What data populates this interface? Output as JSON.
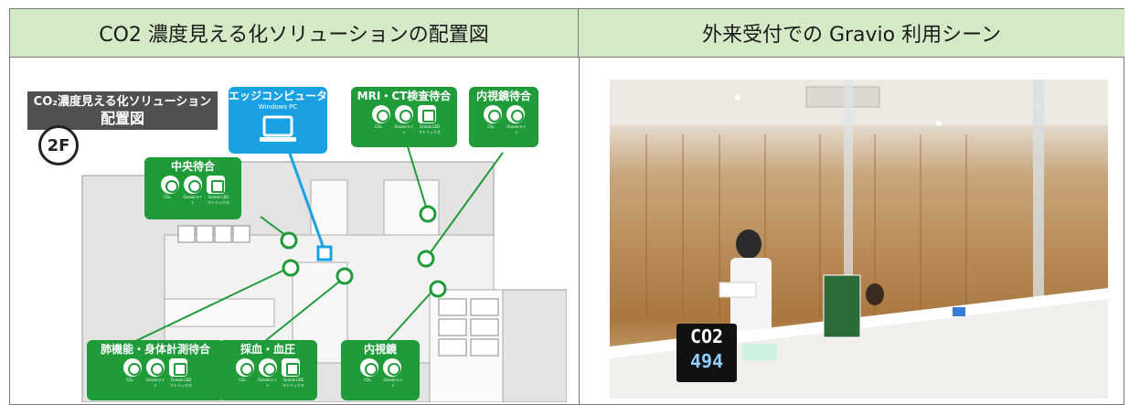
{
  "headers": {
    "left": "CO2 濃度見える化ソリューションの配置図",
    "right": "外来受付での Gravio 利用シーン"
  },
  "map": {
    "title_line1": "CO₂濃度見える化ソリューション",
    "title_line2": "配置図",
    "floor": "2F",
    "edge": {
      "title": "エッジコンピュータ",
      "subtitle": "Windows PC"
    },
    "cards": {
      "mri": {
        "title": "MRI・CT検査待合",
        "captions": [
          "CO₂",
          "Gravioライト",
          "Gravio LED マトリックス"
        ]
      },
      "naishikyo_wait": {
        "title": "内視鏡待合",
        "captions": [
          "CO₂",
          "Gravioライト"
        ]
      },
      "chuo": {
        "title": "中央待合",
        "captions": [
          "CO₂",
          "Gravioライト",
          "Gravio LED マトリックス"
        ]
      },
      "haikino": {
        "title": "肺機能・身体計測待合",
        "captions": [
          "CO₂",
          "Gravioライト",
          "Gravio LED マトリックス"
        ]
      },
      "saiketsu": {
        "title": "採血・血圧",
        "captions": [
          "CO₂",
          "Gravioライト",
          "Gravio LED マトリックス"
        ]
      },
      "naishikyo": {
        "title": "内視鏡",
        "captions": [
          "CO₂",
          "Gravioライト"
        ]
      }
    }
  },
  "photo": {
    "display_line1": "CO2",
    "display_line2": "494"
  },
  "colors": {
    "header_bg": "#d4e9c6",
    "card_green": "#1f9b3a",
    "edge_blue": "#1aa1e4"
  }
}
